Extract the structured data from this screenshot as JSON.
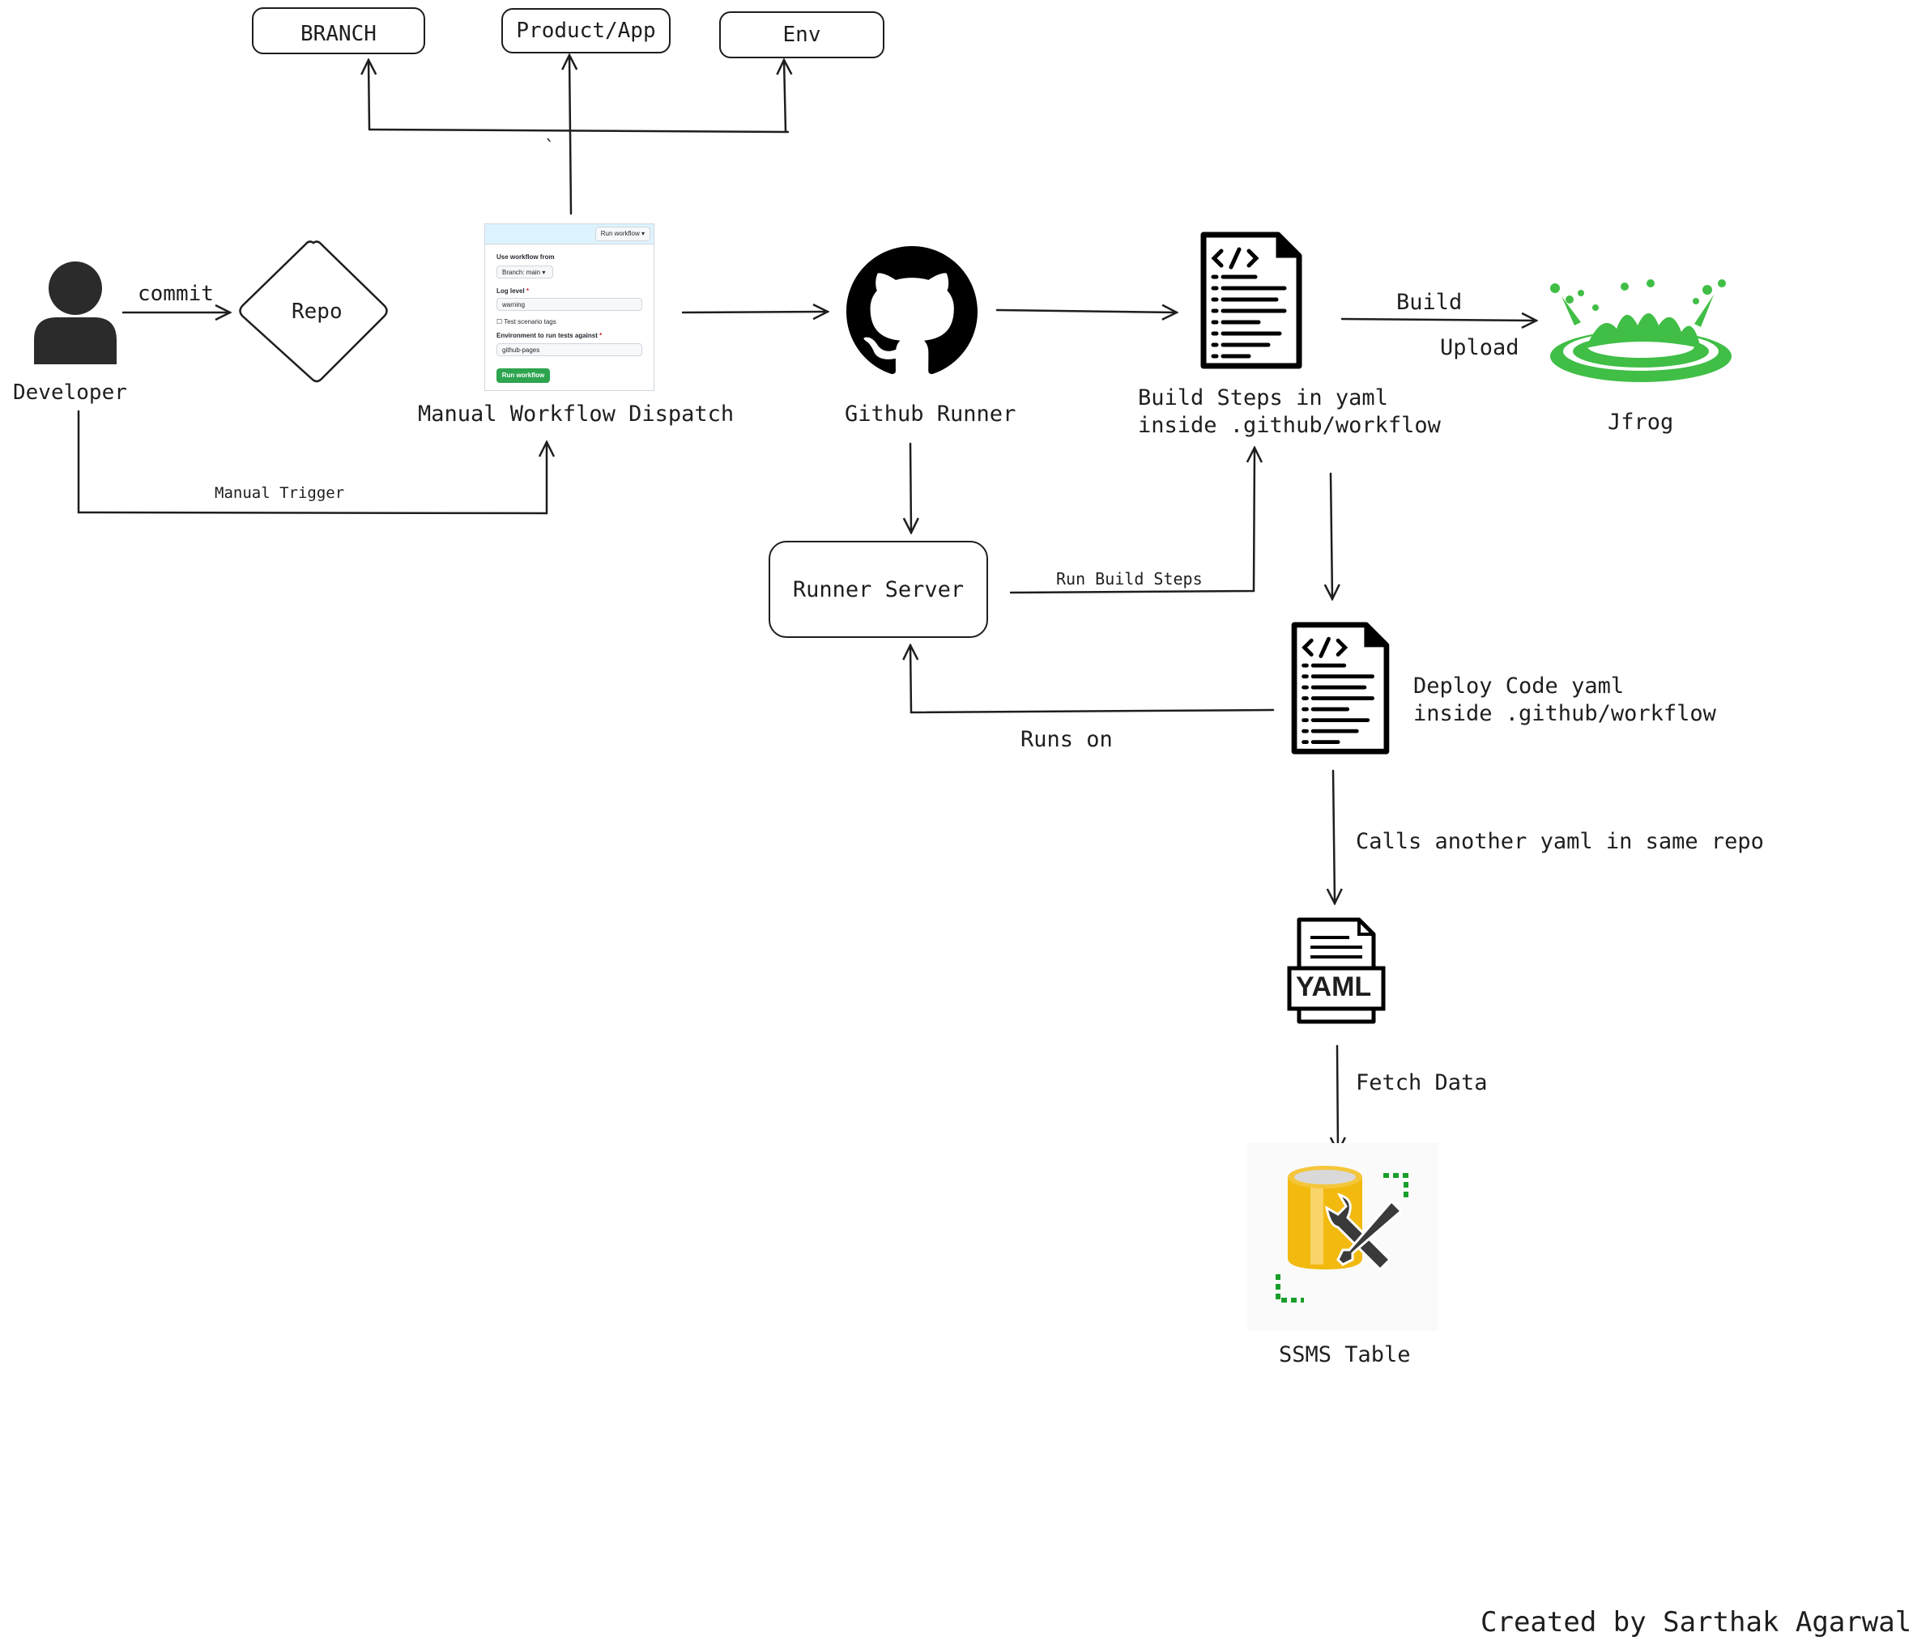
{
  "nodes": {
    "developer": "Developer",
    "repo": "Repo",
    "manual_dispatch": "Manual Workflow Dispatch",
    "github_runner": "Github Runner",
    "build_steps_line1": "Build Steps in yaml",
    "build_steps_line2": "inside .github/workflow",
    "jfrog": "Jfrog",
    "runner_server": "Runner Server",
    "deploy_line1": "Deploy Code yaml",
    "deploy_line2": "inside .github/workflow",
    "yaml_file": "YAML",
    "ssms": "SSMS Table"
  },
  "inputs": {
    "branch": "BRANCH",
    "product_app": "Product/App",
    "env": "Env"
  },
  "edges": {
    "commit": "commit",
    "manual_trigger": "Manual Trigger",
    "build": "Build",
    "upload": "Upload",
    "run_build_steps": "Run Build Steps",
    "runs_on": "Runs on",
    "calls_another": "Calls another yaml in same repo",
    "fetch_data": "Fetch Data",
    "stray_mark": "`"
  },
  "workflow_form": {
    "run_workflow_button": "Run workflow ▾",
    "use_workflow_from": "Use workflow from",
    "branch_select": "Branch: main ▾",
    "log_level_label": "Log level",
    "log_level_value": "warning",
    "test_tags_label": "Test scenario tags",
    "env_label": "Environment to run tests against",
    "env_value": "github-pages",
    "submit": "Run workflow",
    "required_mark": "*"
  },
  "footer": "Created by Sarthak Agarwal",
  "colors": {
    "stroke": "#1e1e1e",
    "jfrog_green": "#40be46",
    "db_gold": "#f2b90f",
    "db_green": "#1a9e2a",
    "github_green": "#2da44e"
  }
}
